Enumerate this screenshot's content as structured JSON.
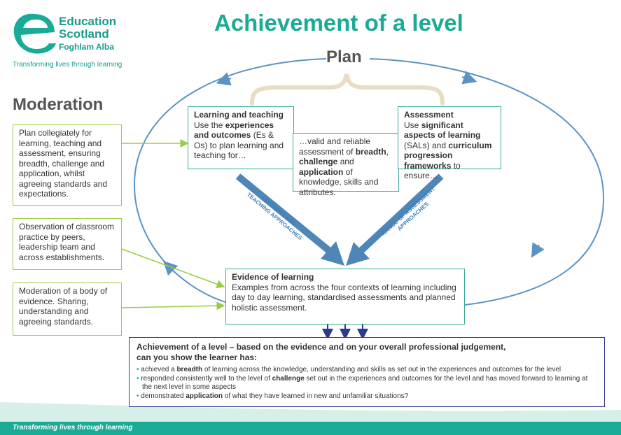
{
  "logo": {
    "line1": "Education",
    "line2": "Scotland",
    "line3": "Foghlam Alba",
    "tagline": "Transforming lives through learning",
    "icon": "education-scotland-e-logo"
  },
  "title": "Achievement of a level",
  "plan_label": "Plan",
  "moderation_label": "Moderation",
  "moderation_boxes": [
    {
      "text": "Plan collegiately for learning, teaching and assessment, ensuring breadth, challenge and application, whilst agreeing standards and expectations."
    },
    {
      "text": "Observation of classroom practice by peers, leadership team and across establishments."
    },
    {
      "text": "Moderation of a body of evidence. Sharing, understanding and agreeing standards."
    }
  ],
  "learning_teaching": {
    "heading": "Learning and teaching",
    "t1": "Use the ",
    "b1": "experiences and outcomes",
    "t2": " (Es & Os) to plan learning and teaching for…"
  },
  "middle_box": {
    "t1": "…valid and reliable assessment of ",
    "b1": "breadth",
    "t2": ", ",
    "b2": "challenge",
    "t3": " and ",
    "b3": "application",
    "t4": " of knowledge, skills and attributes."
  },
  "assessment": {
    "heading": "Assessment",
    "t1": "Use ",
    "b1": "significant aspects of learning",
    "t2": " (SALs) and ",
    "b2": "curriculum progression frameworks",
    "t3": " to ensure…"
  },
  "arrow_labels": {
    "left_1": "LEARNING AND",
    "left_2": "TEACHING APPROACHES",
    "right_1": "RANGE OF ASSESSMENT",
    "right_2": "APPROACHES"
  },
  "evidence": {
    "heading": "Evidence of learning",
    "body": "Examples from across the four contexts of learning including day to day learning, standardised assessments and planned holistic assessment."
  },
  "achievement": {
    "heading_1": "Achievement of a level – based on the evidence and on your overall professional judgement,",
    "heading_2": "can you show the learner has:",
    "bullets": [
      {
        "t1": "achieved a ",
        "b1": "breadth",
        "t2": " of learning across the knowledge, understanding and skills as set out in the experiences and outcomes for the level"
      },
      {
        "t1": "responded consistently well to the level of ",
        "b1": "challenge",
        "t2": " set out in the experiences and outcomes for the level and has moved forward to learning at the next level in some aspects"
      },
      {
        "t1": "demonstrated ",
        "b1": "application",
        "t2": " of what they have learned in new and unfamiliar situations?"
      }
    ],
    "bullet_glyph": "•"
  },
  "footer": "Transforming lives through learning",
  "colors": {
    "teal": "#1aab96",
    "cycle_blue": "#5b94c4",
    "green_border": "#9acc3c",
    "navy": "#2b3a8a"
  }
}
